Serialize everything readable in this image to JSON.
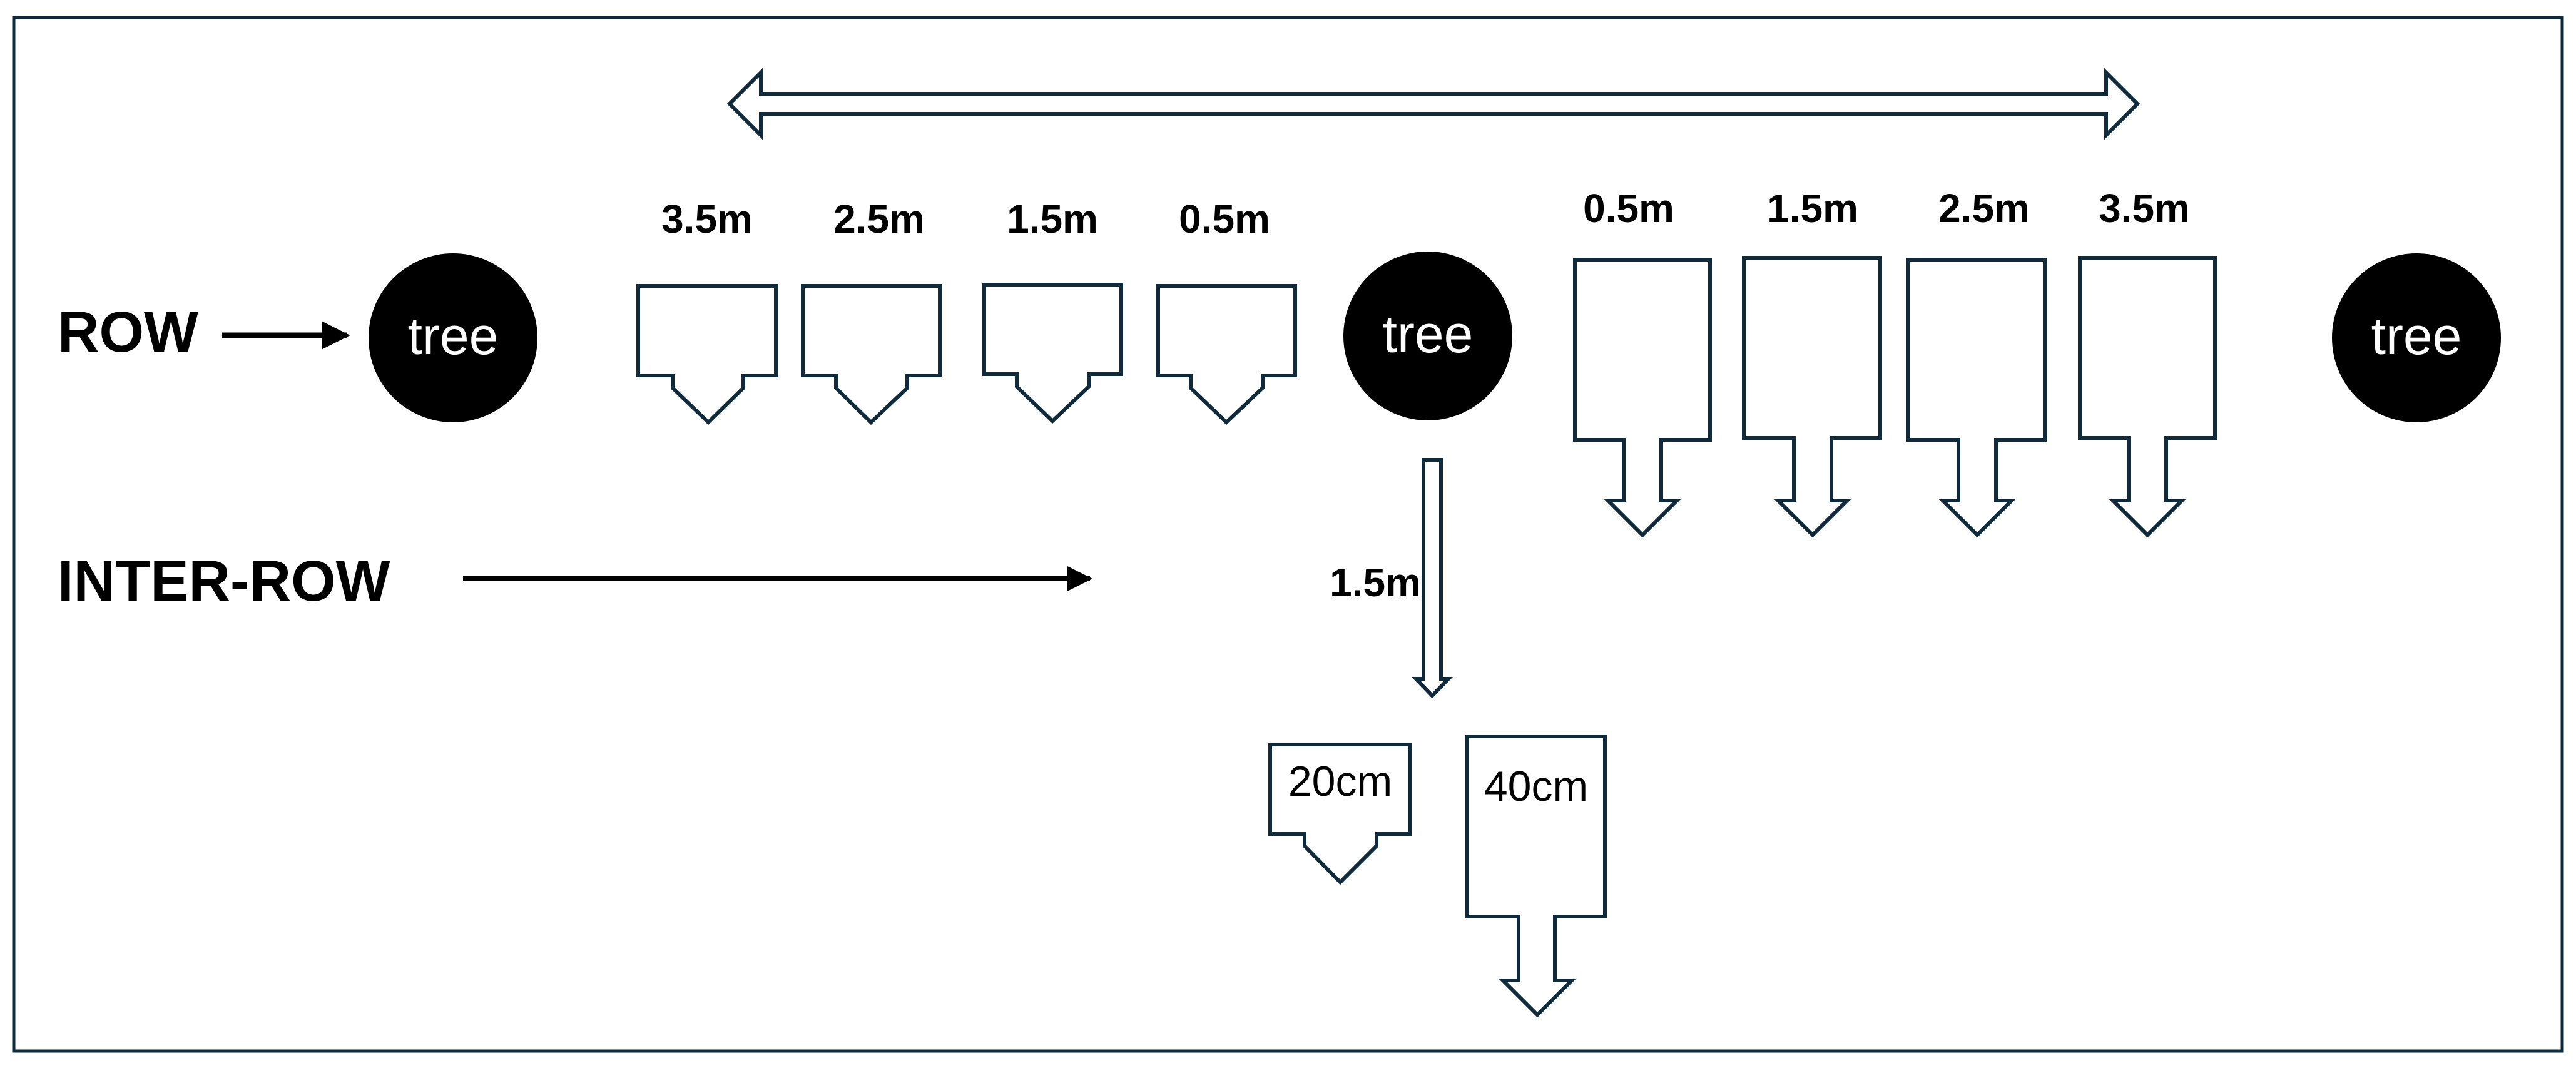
{
  "colors": {
    "frame": "#0e2a3b",
    "outline": "#0e2a3b",
    "tree_fill": "#000000",
    "tree_text": "#ffffff",
    "text": "#000000"
  },
  "labels": {
    "row": "ROW",
    "inter_row": "INTER-ROW",
    "tree": "tree",
    "inter_row_distance": "1.5m"
  },
  "left_samplers": [
    "3.5m",
    "2.5m",
    "1.5m",
    "0.5m"
  ],
  "right_samplers": [
    "0.5m",
    "1.5m",
    "2.5m",
    "3.5m"
  ],
  "depth_samplers": [
    "20cm",
    "40cm"
  ],
  "icons": {
    "span_arrow": "double-headed-arrow-icon",
    "row_arrow": "right-arrow-icon",
    "inter_row_arrow": "right-arrow-icon",
    "vertical_arrow": "down-arrow-icon",
    "sampler": "down-block-arrow-icon"
  }
}
